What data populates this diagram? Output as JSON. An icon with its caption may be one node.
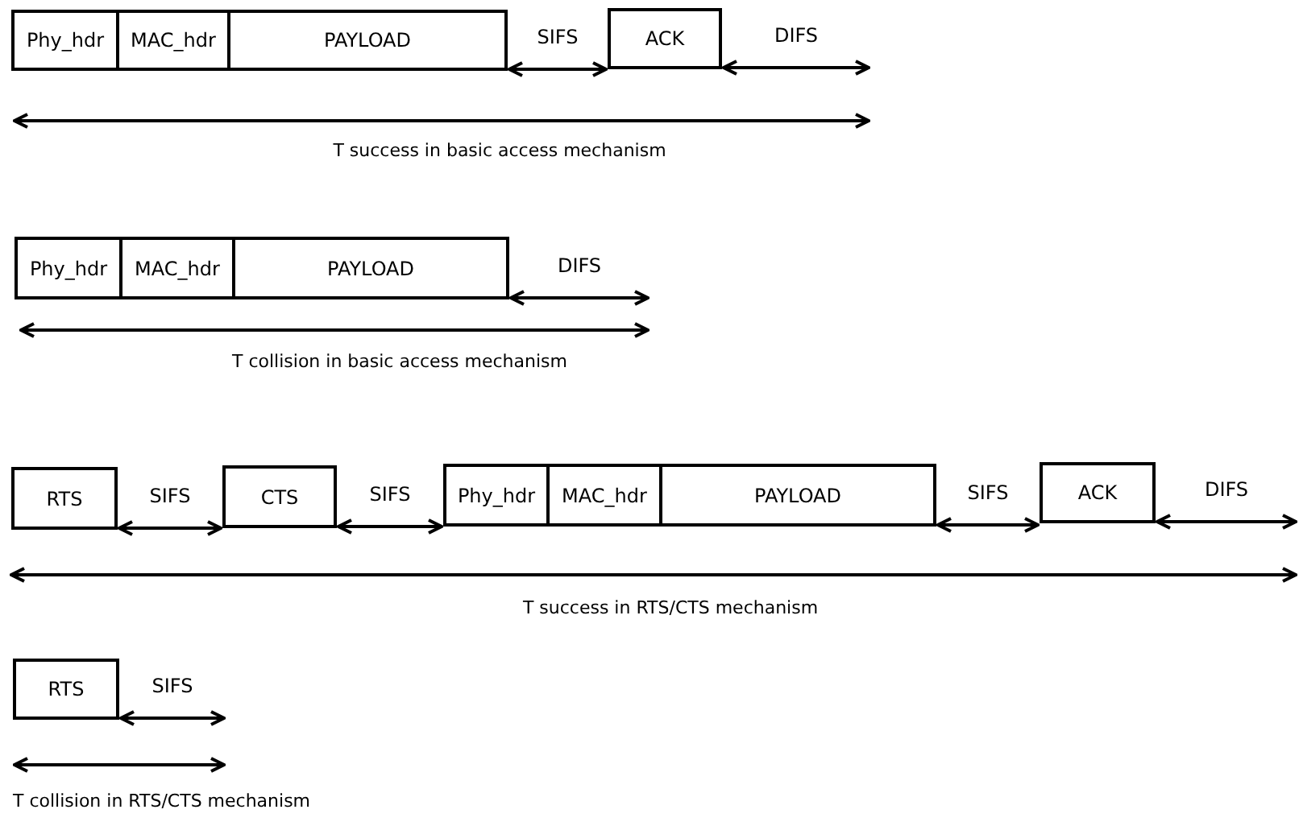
{
  "diagram": {
    "nodes": [
      {
        "text": [
          "Phy_hdr"
        ]
      },
      {
        "text": [
          "MAC_hdr"
        ]
      },
      {
        "text": [
          "PAYLOAD"
        ]
      },
      {
        "text": [
          "ACK"
        ]
      },
      {
        "text": [
          "Phy_hdr"
        ]
      },
      {
        "text": [
          "MAC_hdr"
        ]
      },
      {
        "text": [
          "PAYLOAD"
        ]
      },
      {
        "text": [
          "RTS"
        ]
      },
      {
        "text": [
          "CTS"
        ]
      },
      {
        "text": [
          "Phy_hdr"
        ]
      },
      {
        "text": [
          "MAC_hdr"
        ]
      },
      {
        "text": [
          "PAYLOAD"
        ]
      },
      {
        "text": [
          "ACK"
        ]
      },
      {
        "text": [
          "RTS"
        ]
      }
    ],
    "edges": [
      {
        "from": 2,
        "to": 3,
        "arrow": "both",
        "label": "SIFS"
      },
      {
        "from": 3,
        "to": null,
        "arrow": "both",
        "label": "DIFS"
      },
      {
        "from": 6,
        "to": null,
        "arrow": "both",
        "label": "DIFS"
      },
      {
        "from": 7,
        "to": 8,
        "arrow": "both",
        "label": "SIFS"
      },
      {
        "from": 8,
        "to": 9,
        "arrow": "both",
        "label": "SIFS"
      },
      {
        "from": 11,
        "to": 12,
        "arrow": "both",
        "label": "SIFS"
      },
      {
        "from": 12,
        "to": null,
        "arrow": "both",
        "label": "DIFS"
      },
      {
        "from": 13,
        "to": null,
        "arrow": "both",
        "label": "SIFS"
      }
    ],
    "labels": [
      "T success in basic access mechanism",
      "T collision in basic access mechanism",
      "T success in RTS/CTS mechanism",
      "T collision in RTS/CTS mechanism"
    ]
  }
}
